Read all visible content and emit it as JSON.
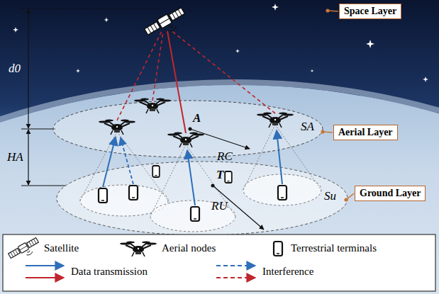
{
  "diagram": {
    "nodes": [
      {
        "text": [
          "Space Layer"
        ]
      },
      {
        "text": [
          "Aerial Layer"
        ]
      },
      {
        "text": [
          "Ground Layer"
        ]
      }
    ],
    "labels": [
      "d0",
      "HA",
      "A",
      "T",
      "RC",
      "RU",
      "SA",
      "Su"
    ],
    "legend": [
      {
        "text": "Satellite"
      },
      {
        "text": "Aerial nodes"
      },
      {
        "text": "Terrestrial terminals"
      },
      {
        "text": "Data transmission"
      },
      {
        "text": "Interference"
      }
    ]
  }
}
